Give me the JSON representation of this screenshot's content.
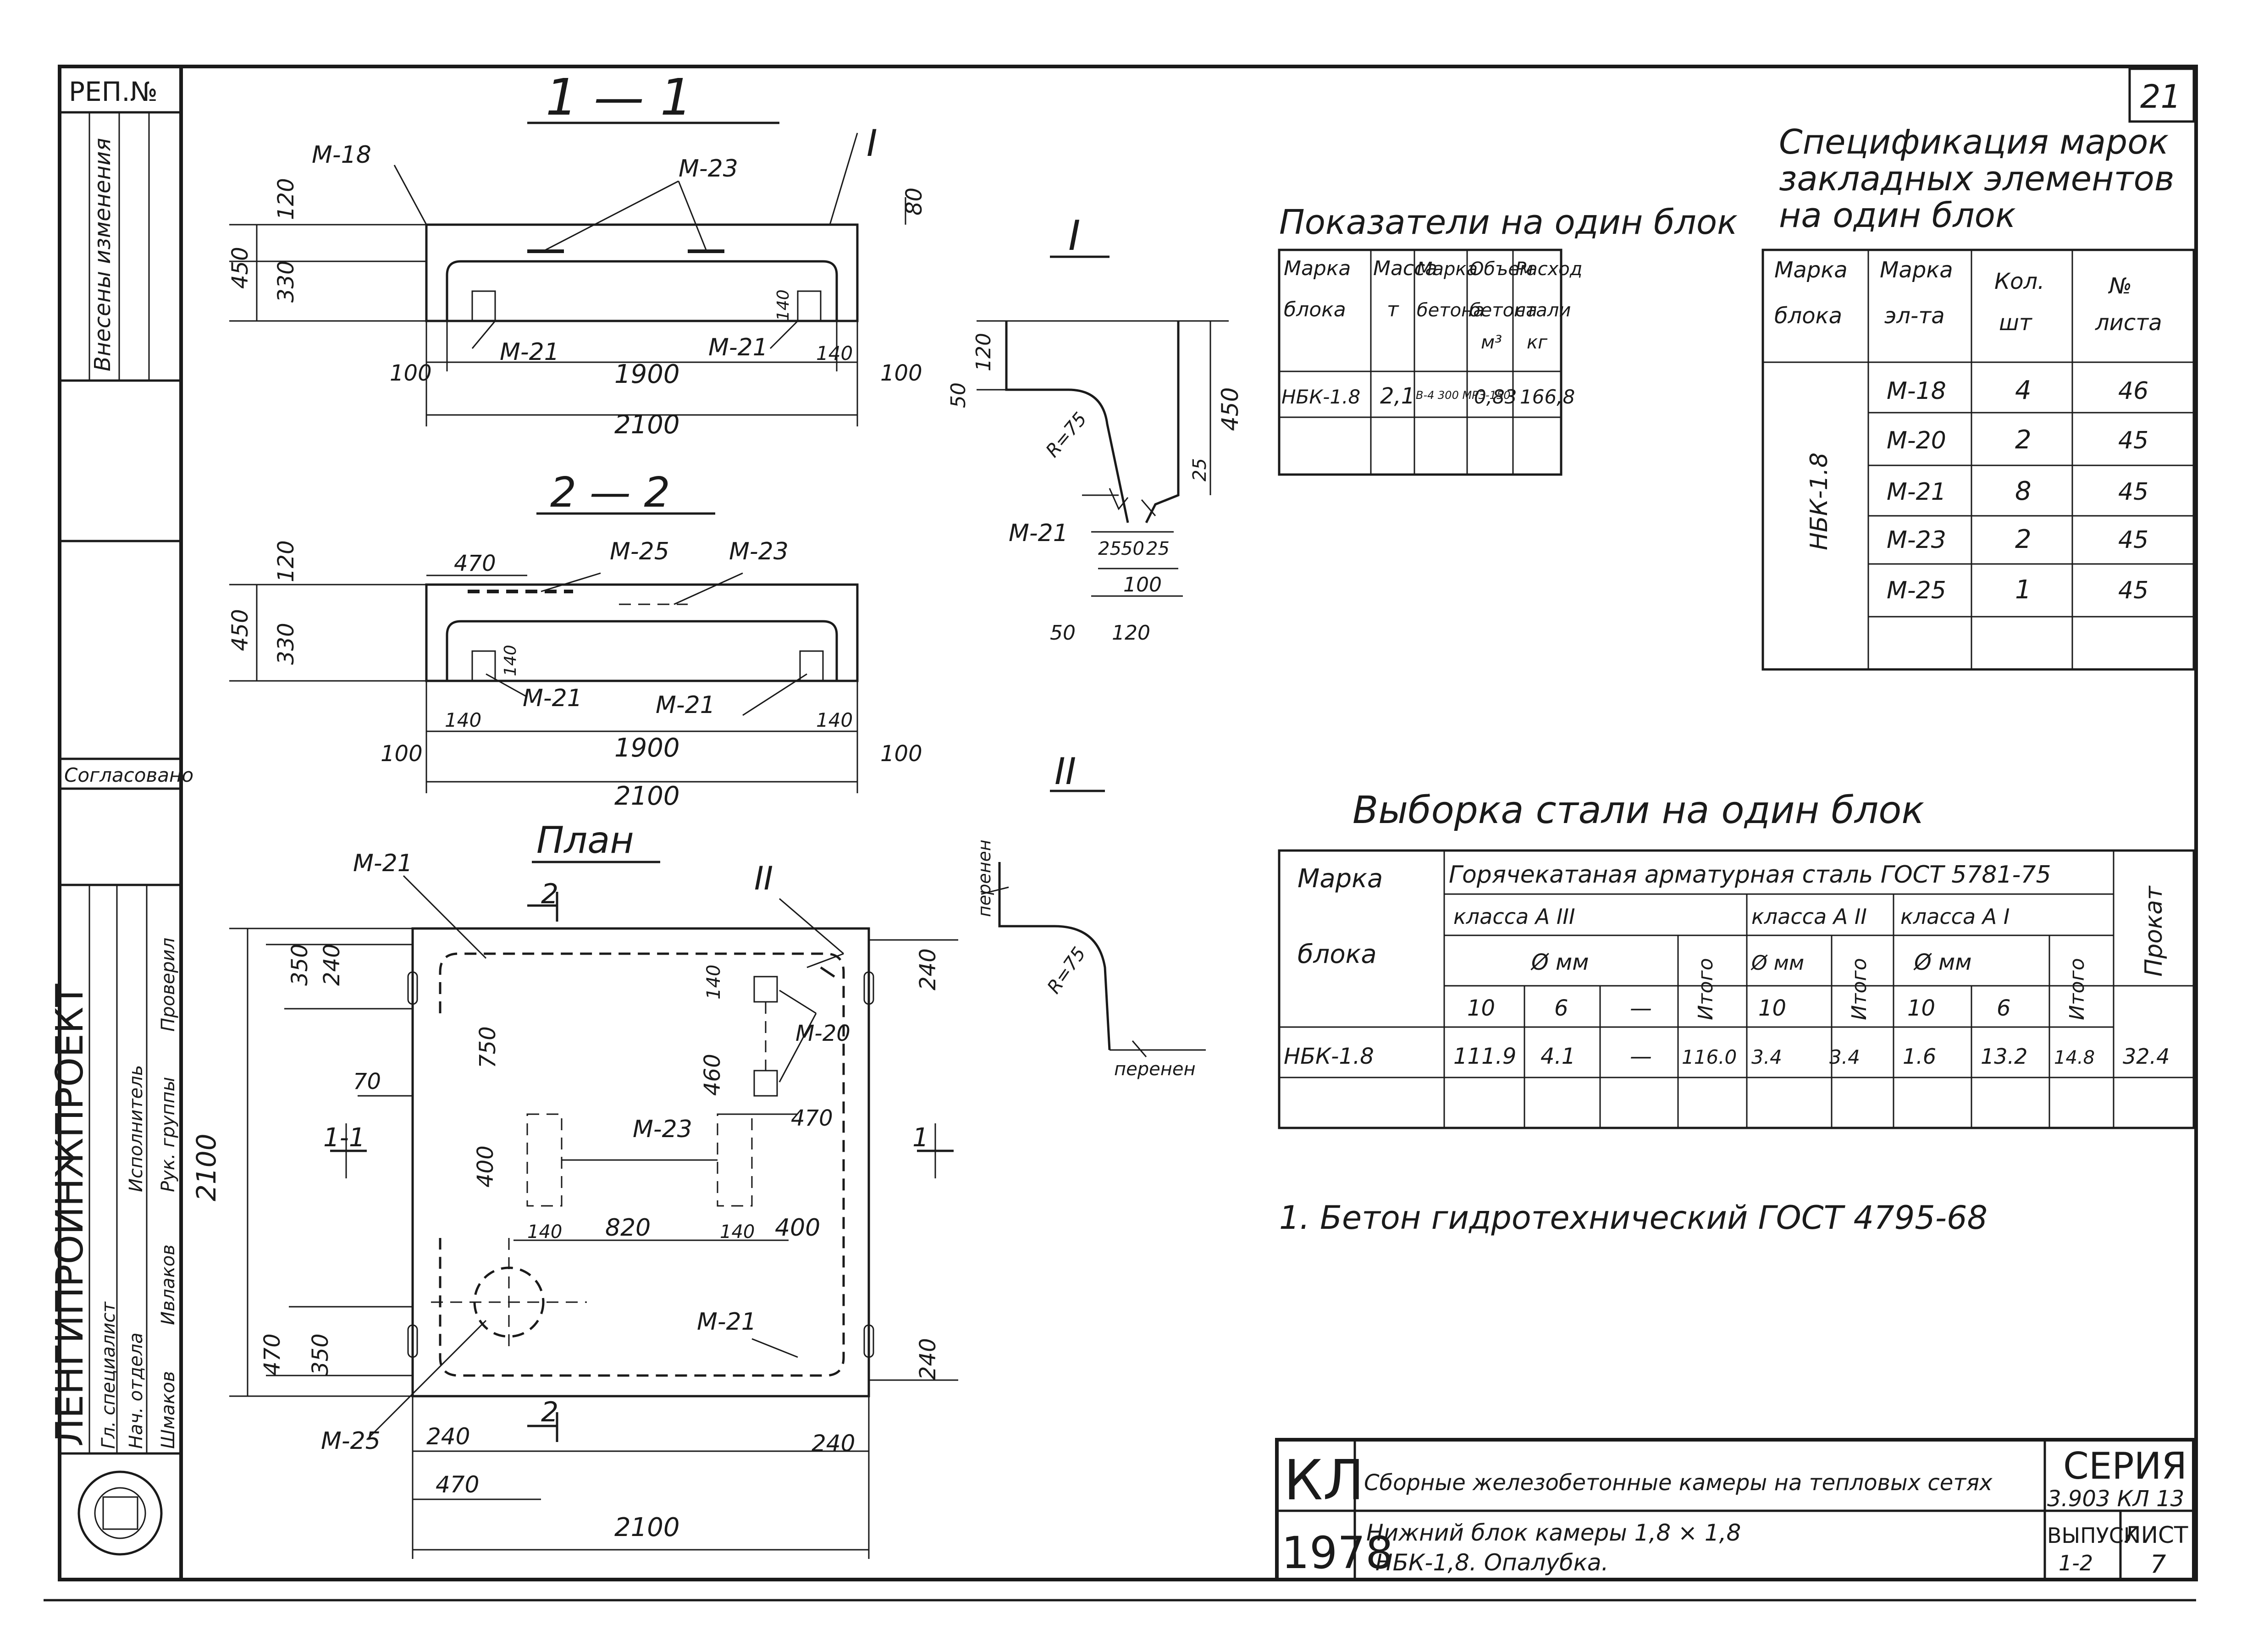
{
  "sheet": {
    "number": "21",
    "corner_stamp": "РЕП.№"
  },
  "left_strip": {
    "org": "ЛЕНГИПРОИНЖПРОЕКТ",
    "changes": "Внесены изменения",
    "rows": [
      "Нач. отдела",
      "Гл. специалист",
      "Рук. группы",
      "Исполнитель",
      "Проверил"
    ],
    "names": [
      "Шмаков",
      "Ивлаков"
    ],
    "agreed": "Согласовано"
  },
  "section_1_1": {
    "title": "1 — 1",
    "labels": {
      "m18": "М-18",
      "m23": "М-23",
      "m21a": "М-21",
      "m21b": "М-21",
      "mark1": "I"
    },
    "dims": {
      "d120": "120",
      "d450": "450",
      "d330": "330",
      "d80": "80",
      "d140a": "140",
      "d140b": "140",
      "d100a": "100",
      "d1900": "1900",
      "d100b": "100",
      "d2100": "2100"
    }
  },
  "section_2_2": {
    "title": "2 — 2",
    "labels": {
      "m25": "М-25",
      "m23": "М-23",
      "m21a": "М-21",
      "m21b": "М-21"
    },
    "dims": {
      "d470": "470",
      "d120": "120",
      "d450": "450",
      "d330": "330",
      "d140a": "140",
      "d140b": "140",
      "d140c": "140",
      "d100a": "100",
      "d1900": "1900",
      "d100b": "100",
      "d2100": "2100"
    }
  },
  "detail_I": {
    "title": "I",
    "labels": {
      "r": "R=75",
      "m21": "М-21"
    },
    "dims": {
      "d120": "120",
      "d50": "50",
      "d450": "450",
      "d25a": "25",
      "d25b": "25",
      "d50b": "50",
      "d25c": "25",
      "d100": "100",
      "d50c": "50",
      "d120b": "120"
    }
  },
  "detail_II": {
    "title": "II",
    "labels": {
      "r": "R=75",
      "per1": "перенен",
      "per2": "перенен"
    }
  },
  "plan": {
    "title": "План",
    "labels": {
      "m21a": "М-21",
      "mII": "II",
      "m20": "М-20",
      "m23": "М-23",
      "m21b": "М-21",
      "m25": "М-25",
      "cut1a": "1-1",
      "cut1b": "1",
      "cut2a": "2",
      "cut2b": "2"
    },
    "dims": {
      "d350": "350",
      "d240a": "240",
      "d70": "70",
      "d2100v": "2100",
      "d750": "750",
      "d400": "400",
      "d140a": "140",
      "d460": "460",
      "d470a": "470",
      "d140b": "140",
      "d820": "820",
      "d140c": "140",
      "d400b": "400",
      "d470b": "470",
      "d350b": "350",
      "d240b": "240",
      "d240c": "240",
      "d240d": "240",
      "d240e": "240",
      "d470c": "470",
      "d2100h": "2100"
    }
  },
  "indicators": {
    "title": "Показатели на один блок",
    "headers": [
      [
        "Марка",
        "блока"
      ],
      [
        "Масса",
        "т"
      ],
      [
        "Марка",
        "бетона"
      ],
      [
        "Объем",
        "бетона",
        "м³"
      ],
      [
        "Расход",
        "стали",
        "кг"
      ]
    ],
    "row": [
      "НБК-1.8",
      "2,1",
      "В-4 300 МРЗ-150",
      "0,83",
      "166,8"
    ]
  },
  "spec": {
    "title_l1": "Спецификация марок",
    "title_l2": "закладных элементов",
    "title_l3": "на один блок",
    "headers": [
      [
        "Марка",
        "блока"
      ],
      [
        "Марка",
        "эл-та"
      ],
      [
        "Кол.",
        "шт"
      ],
      [
        "№",
        "листа"
      ]
    ],
    "block": "НБК-1.8",
    "rows": [
      [
        "М-18",
        "4",
        "46"
      ],
      [
        "М-20",
        "2",
        "45"
      ],
      [
        "М-21",
        "8",
        "45"
      ],
      [
        "М-23",
        "2",
        "45"
      ],
      [
        "М-25",
        "1",
        "45"
      ]
    ]
  },
  "steel": {
    "title": "Выборка стали на один блок",
    "h_block": [
      "Марка",
      "блока"
    ],
    "h_group": "Горячекатаная арматурная сталь ГОСТ 5781-75",
    "h_a3": "класса А III",
    "h_a2": "класса А II",
    "h_a1": "класса А I",
    "h_dia": "Ø мм",
    "h_itogo": "Итого",
    "h_prokat": "Прокат",
    "h_sizes_a3": [
      "10",
      "6",
      "—"
    ],
    "h_sizes_a2": [
      "10"
    ],
    "h_sizes_a1": [
      "10",
      "6"
    ],
    "row": [
      "НБК-1.8",
      "111.9",
      "4.1",
      "—",
      "116.0",
      "3.4",
      "3.4",
      "1.6",
      "13.2",
      "14.8",
      "32.4"
    ]
  },
  "note": "1. Бетон гидротехнический ГОСТ 4795-68",
  "title_block": {
    "code": "КЛ",
    "year": "1978",
    "name_l1": "Сборные железобетонные камеры на тепловых сетях",
    "name_l2": "Нижний блок камеры 1,8 × 1,8",
    "name_l3": "НБК-1,8. Опалубка.",
    "series_label": "СЕРИЯ",
    "series_value": "3.903 КЛ 13",
    "issue_label": "ВЫПУСК",
    "issue_value": "1-2",
    "sheet_label": "ЛИСТ",
    "sheet_value": "7"
  }
}
